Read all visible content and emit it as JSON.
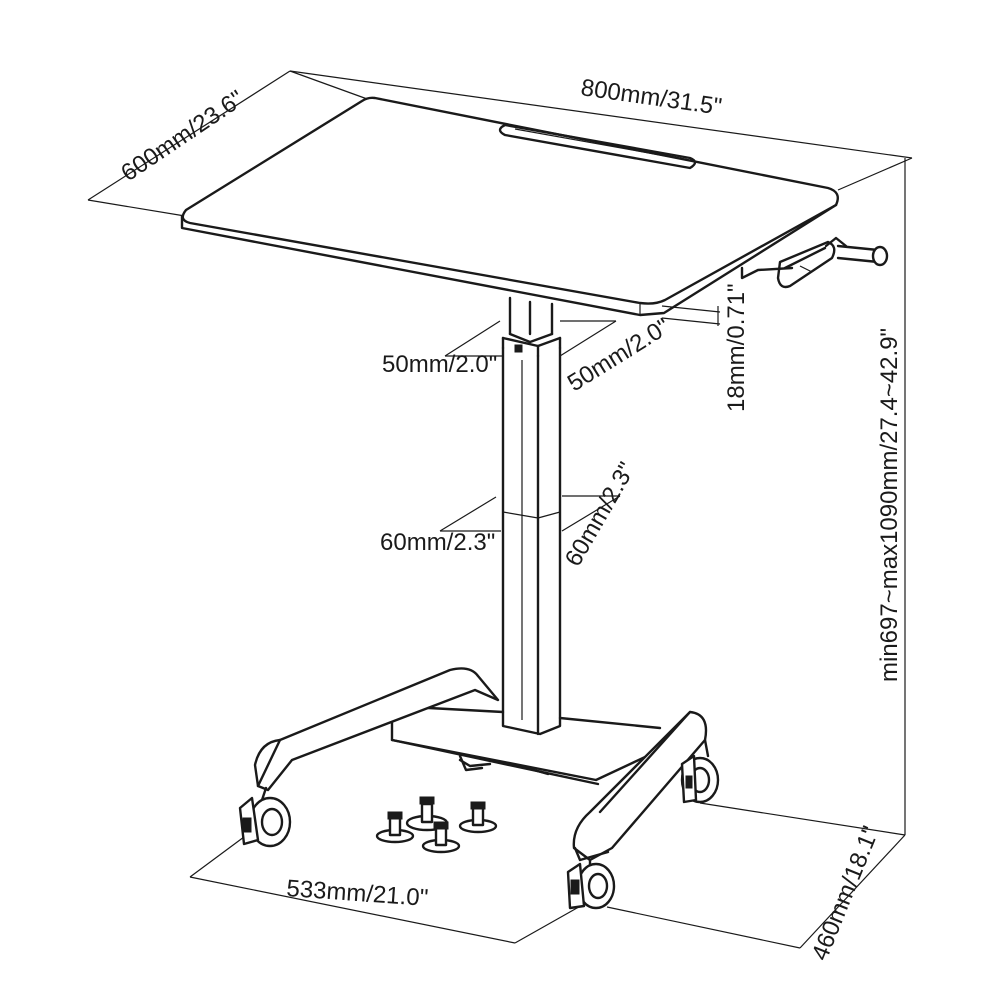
{
  "diagram": {
    "dimensions": {
      "depth_top": "600mm/23.6\"",
      "width_top": "800mm/31.5\"",
      "top_thickness": "18mm/0.71\"",
      "upper_col_a": "50mm/2.0\"",
      "upper_col_b": "50mm/2.0\"",
      "lower_col_a": "60mm/2.3\"",
      "lower_col_b": "60mm/2.3\"",
      "height_range": "min697~max1090mm/27.4~42.9\"",
      "base_width": "533mm/21.0\"",
      "base_depth": "460mm/18.1\""
    }
  }
}
